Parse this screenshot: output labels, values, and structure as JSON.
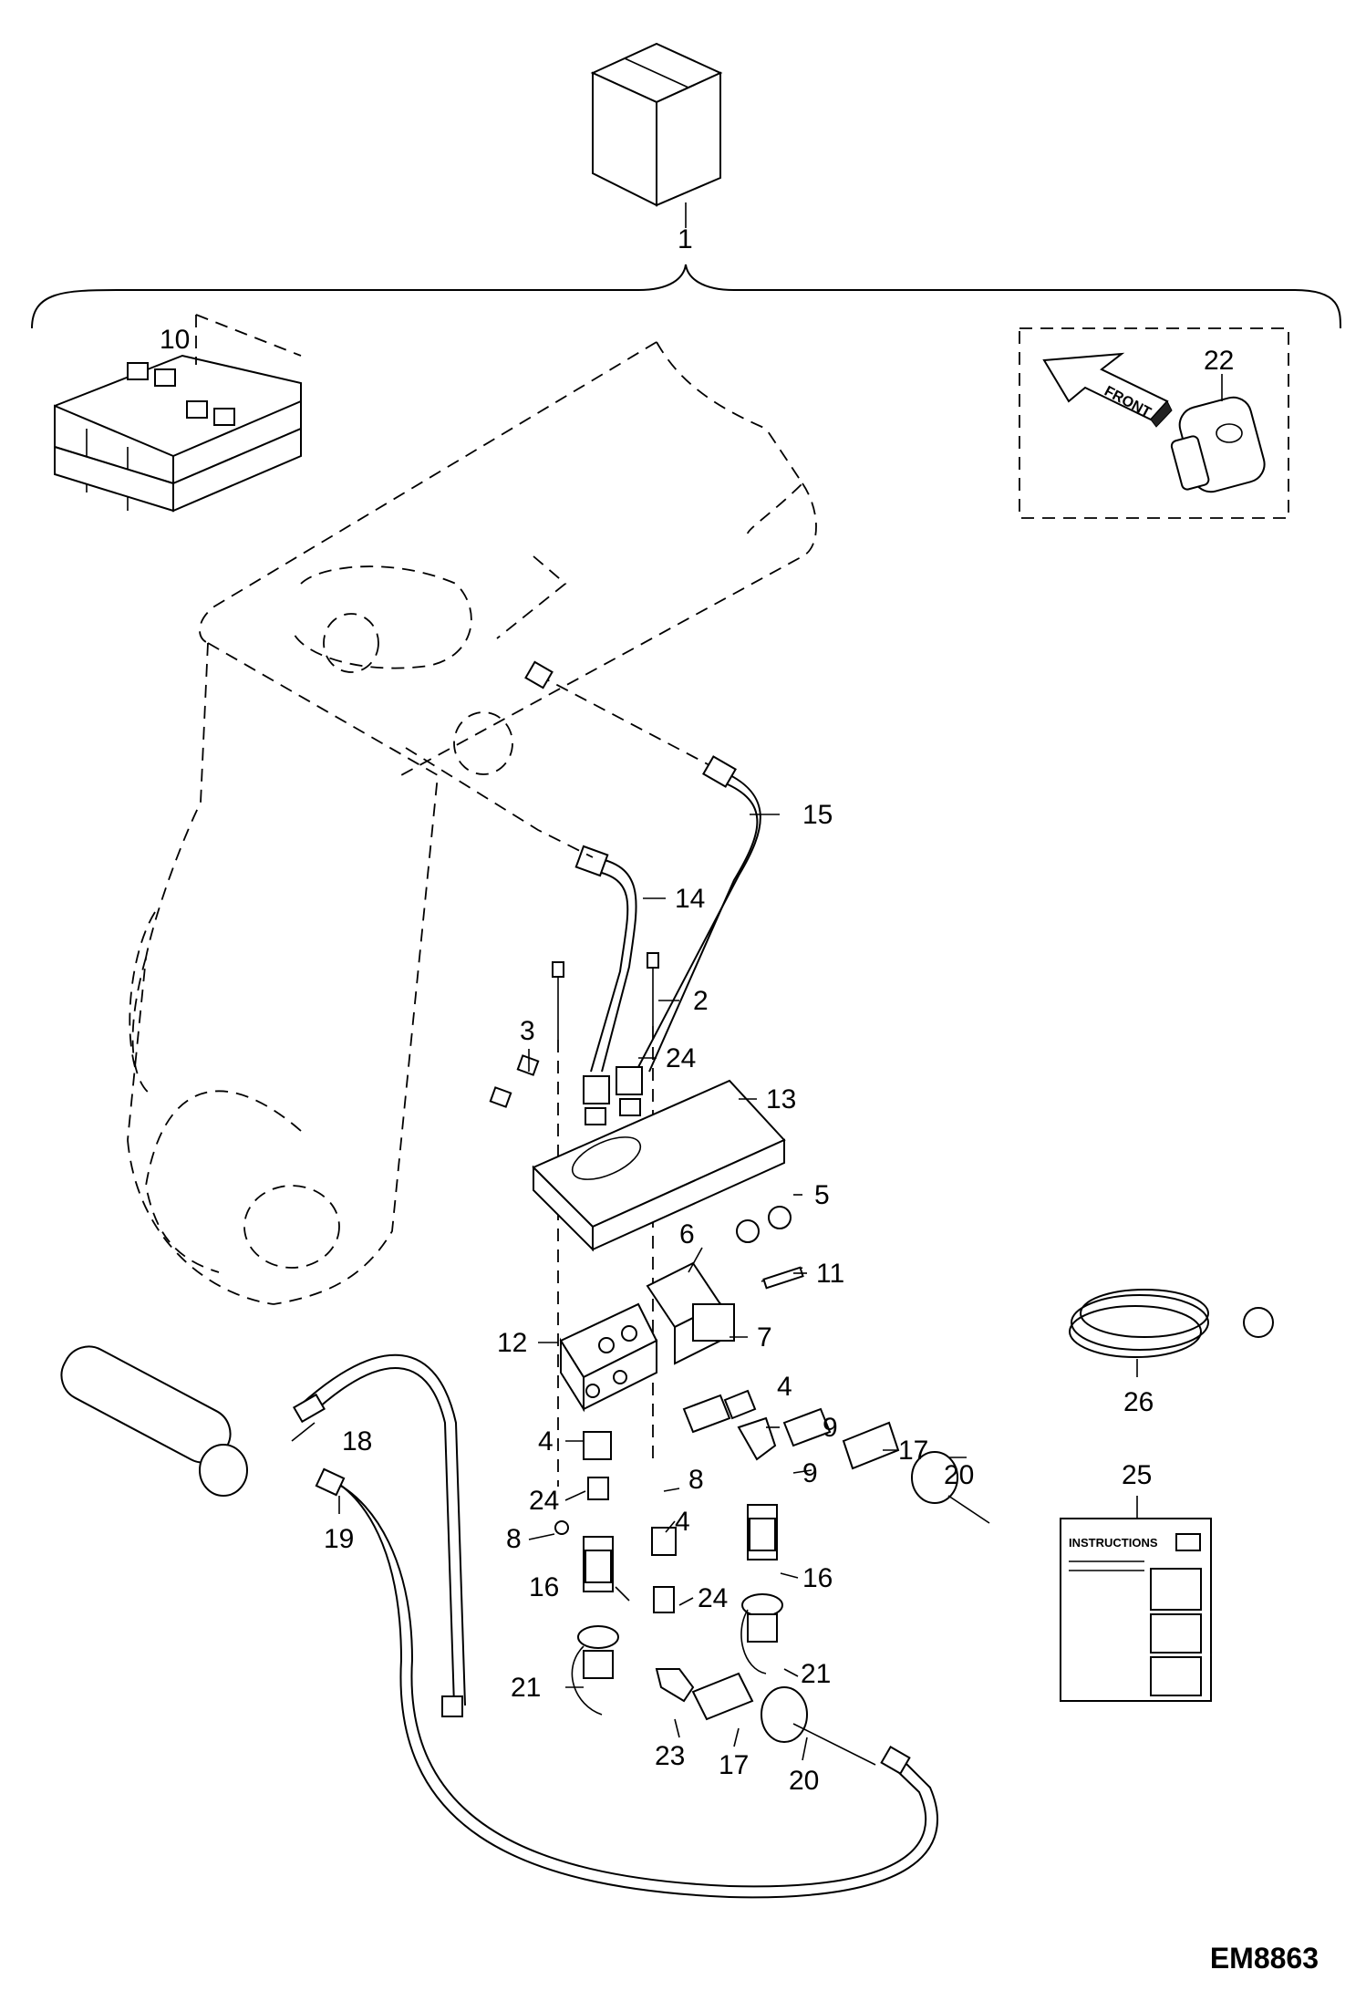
{
  "drawing": {
    "code": "EM8863",
    "instructions_text": "INSTRUCTIONS",
    "front_text": "FRONT"
  },
  "callouts": {
    "c1": "1",
    "c2": "2",
    "c3": "3",
    "c4a": "4",
    "c4b": "4",
    "c4c": "4",
    "c5": "5",
    "c6": "6",
    "c7": "7",
    "c8a": "8",
    "c8b": "8",
    "c9a": "9",
    "c9b": "9",
    "c10": "10",
    "c11": "11",
    "c12": "12",
    "c13": "13",
    "c14": "14",
    "c15": "15",
    "c16a": "16",
    "c16b": "16",
    "c17a": "17",
    "c17b": "17",
    "c18": "18",
    "c19": "19",
    "c20a": "20",
    "c20b": "20",
    "c21a": "21",
    "c21b": "21",
    "c22": "22",
    "c23": "23",
    "c24a": "24",
    "c24b": "24",
    "c24c": "24",
    "c25": "25",
    "c26": "26"
  }
}
